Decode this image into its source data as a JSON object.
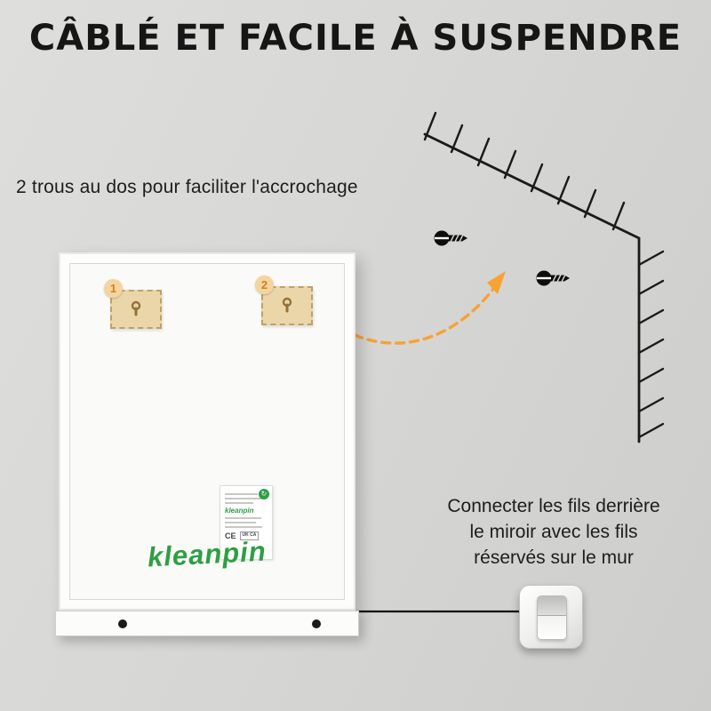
{
  "title": "CÂBLÉ ET FACILE À SUSPENDRE",
  "hanging_note": "2 trous au dos pour faciliter l'accrochage",
  "hangers": {
    "labels": [
      "1",
      "2"
    ]
  },
  "wiring_note": {
    "lines": [
      "Connecter les fils derrière",
      "le miroir avec les fils",
      "réservés sur le mur"
    ]
  },
  "mirror": {
    "brand_logo": "kleanpin",
    "sticker": {
      "brand": "kleanpin",
      "marks": [
        "CE",
        "UK CA"
      ]
    }
  },
  "colors": {
    "accent_orange": "#F7A233",
    "brand_green": "#2F9E44",
    "patch_tan": "#EAD6A8",
    "background_gray": "#D7D7D5",
    "line_black": "#1A1A1A"
  }
}
